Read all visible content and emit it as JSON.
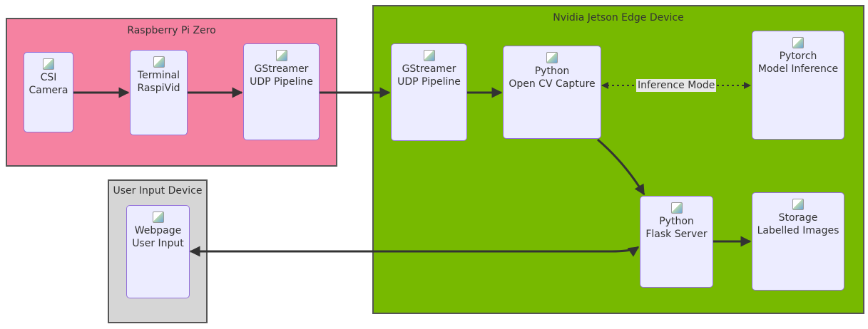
{
  "clusters": {
    "rpi": {
      "title": "Raspberry Pi Zero"
    },
    "jetson": {
      "title": "Nvidia Jetson Edge Device"
    },
    "user": {
      "title": "User Input Device"
    }
  },
  "nodes": {
    "csi": {
      "label": "CSI\nCamera",
      "icon": "broken-image-icon"
    },
    "raspivid": {
      "label": "Terminal\nRaspiVid",
      "icon": "broken-image-icon"
    },
    "gst_tx": {
      "label": "GStreamer\nUDP Pipeline",
      "icon": "broken-image-icon"
    },
    "gst_rx": {
      "label": "GStreamer\nUDP Pipeline",
      "icon": "broken-image-icon"
    },
    "opencv": {
      "label": "Python\nOpen CV Capture",
      "icon": "broken-image-icon"
    },
    "pytorch": {
      "label": "Pytorch\nModel Inference",
      "icon": "broken-image-icon"
    },
    "flask": {
      "label": "Python\nFlask Server",
      "icon": "broken-image-icon"
    },
    "storage": {
      "label": "Storage\nLabelled Images",
      "icon": "broken-image-icon"
    },
    "webpage": {
      "label": "Webpage\nUser Input",
      "icon": "broken-image-icon"
    }
  },
  "edges": [
    {
      "from": "CSI Camera",
      "to": "Terminal RaspiVid",
      "style": "solid"
    },
    {
      "from": "Terminal RaspiVid",
      "to": "GStreamer UDP Pipeline (Pi)",
      "style": "solid"
    },
    {
      "from": "GStreamer UDP Pipeline (Pi)",
      "to": "GStreamer UDP Pipeline (Jetson)",
      "style": "solid"
    },
    {
      "from": "GStreamer UDP Pipeline (Jetson)",
      "to": "Python Open CV Capture",
      "style": "solid"
    },
    {
      "from": "Python Open CV Capture",
      "to": "Pytorch Model Inference",
      "style": "dotted",
      "label": "Inference Mode",
      "bidirectional": true
    },
    {
      "from": "Python Open CV Capture",
      "to": "Python Flask Server",
      "style": "solid"
    },
    {
      "from": "Python Flask Server",
      "to": "Storage Labelled Images",
      "style": "solid"
    },
    {
      "from": "Python Flask Server",
      "to": "Webpage User Input",
      "style": "solid",
      "bidirectional": true
    }
  ],
  "edge_label_inference": "Inference Mode",
  "colors": {
    "rpi_bg": "#f582a1",
    "jetson_bg": "#77b900",
    "user_bg": "#d6d6d6",
    "node_bg": "#ececff",
    "node_border": "#9370db",
    "edge": "#333333"
  }
}
